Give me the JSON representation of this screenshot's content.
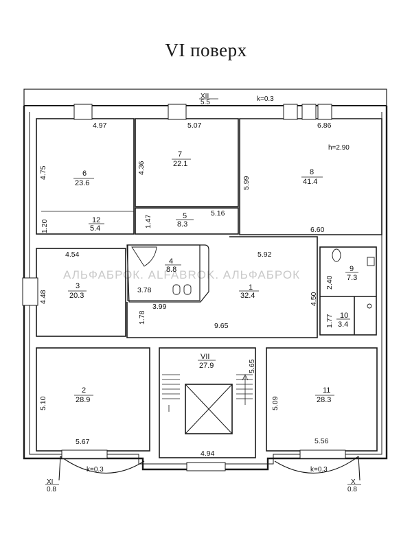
{
  "title": "VI поверх",
  "watermark": "АЛЬФАБРОК. ALFABROK. АЛЬФАБРОК",
  "height_label": "h=2.90",
  "balconies": [
    {
      "id": "XII",
      "area": "5.5",
      "k": "k=0.3"
    },
    {
      "id": "XI",
      "area": "0.8",
      "k": "k=0.3"
    },
    {
      "id": "X",
      "area": "0.8",
      "k": "k=0.3"
    }
  ],
  "rooms": [
    {
      "num": "1",
      "area": "32.4"
    },
    {
      "num": "2",
      "area": "28.9"
    },
    {
      "num": "3",
      "area": "20.3"
    },
    {
      "num": "4",
      "area": "8.8"
    },
    {
      "num": "5",
      "area": "8.3"
    },
    {
      "num": "6",
      "area": "23.6"
    },
    {
      "num": "7",
      "area": "22.1"
    },
    {
      "num": "8",
      "area": "41.4"
    },
    {
      "num": "9",
      "area": "7.3"
    },
    {
      "num": "10",
      "area": "3.4"
    },
    {
      "num": "11",
      "area": "28.3"
    },
    {
      "num": "12",
      "area": "5.4"
    },
    {
      "num": "VII",
      "area": "27.9"
    }
  ],
  "dimensions": [
    "4.97",
    "5.07",
    "6.86",
    "4.75",
    "4.36",
    "5.99",
    "1.20",
    "1.47",
    "5.16",
    "6.60",
    "4.54",
    "5.92",
    "4.48",
    "3.78",
    "3.99",
    "1.78",
    "9.65",
    "4.50",
    "2.40",
    "1.77",
    "5.10",
    "5.67",
    "5.65",
    "4.94",
    "5.09",
    "5.56"
  ]
}
